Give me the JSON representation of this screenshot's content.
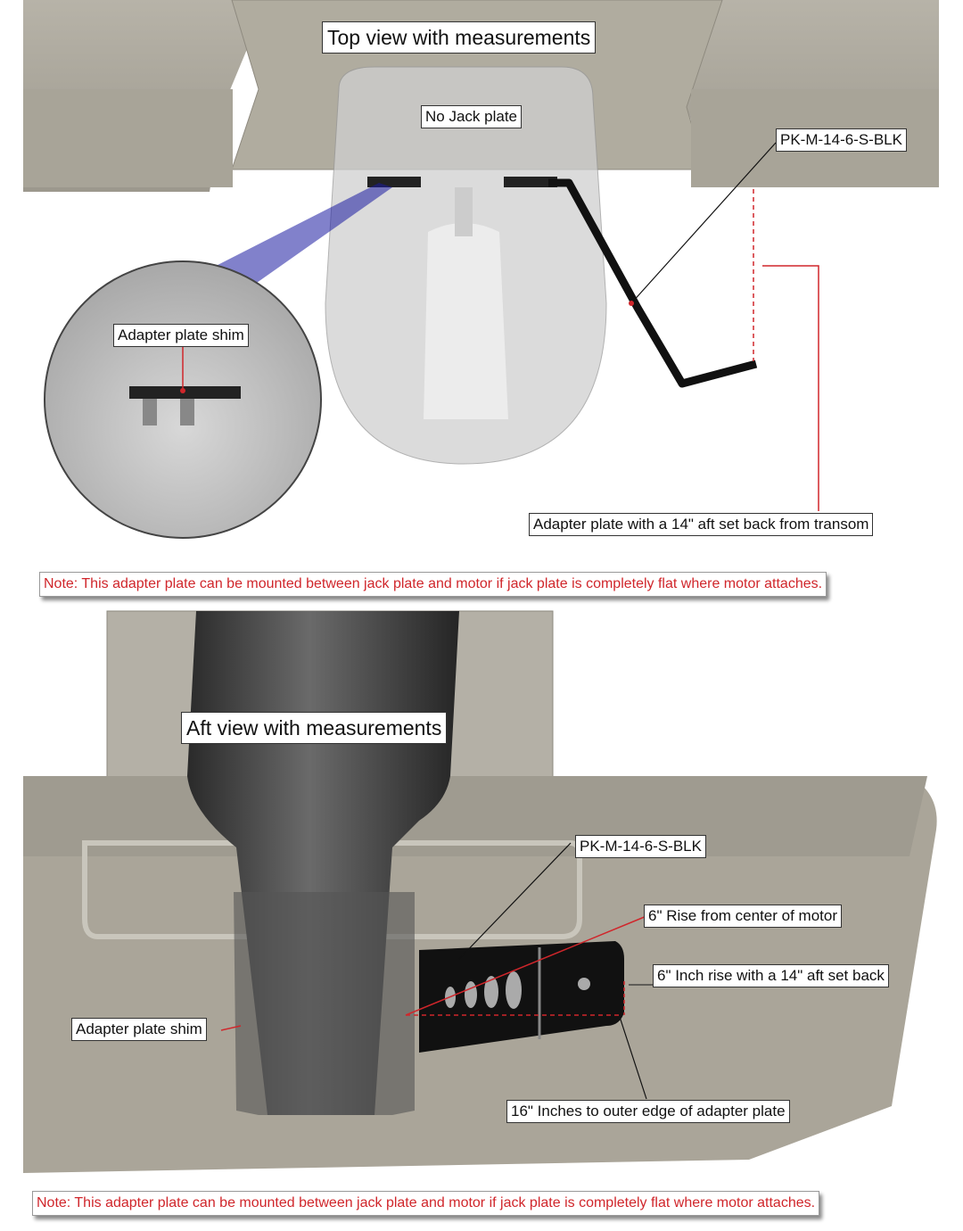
{
  "top_view": {
    "title": "Top view with measurements",
    "labels": {
      "no_jack_plate": "No Jack plate",
      "part_number": "PK-M-14-6-S-BLK",
      "adapter_shim": "Adapter plate shim",
      "setback": "Adapter plate with a 14\" aft set back from transom"
    },
    "note": "Note: This adapter plate can be mounted between jack plate and motor if jack plate is completely flat where motor attaches."
  },
  "aft_view": {
    "title": "Aft view with measurements",
    "labels": {
      "part_number": "PK-M-14-6-S-BLK",
      "rise_center": "6\" Rise from center of motor",
      "rise_setback": "6\" Inch rise with a 14\" aft set back",
      "adapter_shim": "Adapter plate shim",
      "outer_edge": "16\" Inches to outer edge of adapter plate"
    },
    "note": "Note: This adapter plate can be mounted between jack plate and motor if jack plate is completely flat where motor attaches."
  },
  "colors": {
    "hull": "#a9a599",
    "annotation": "#d0262b",
    "bracket": "#111111"
  }
}
